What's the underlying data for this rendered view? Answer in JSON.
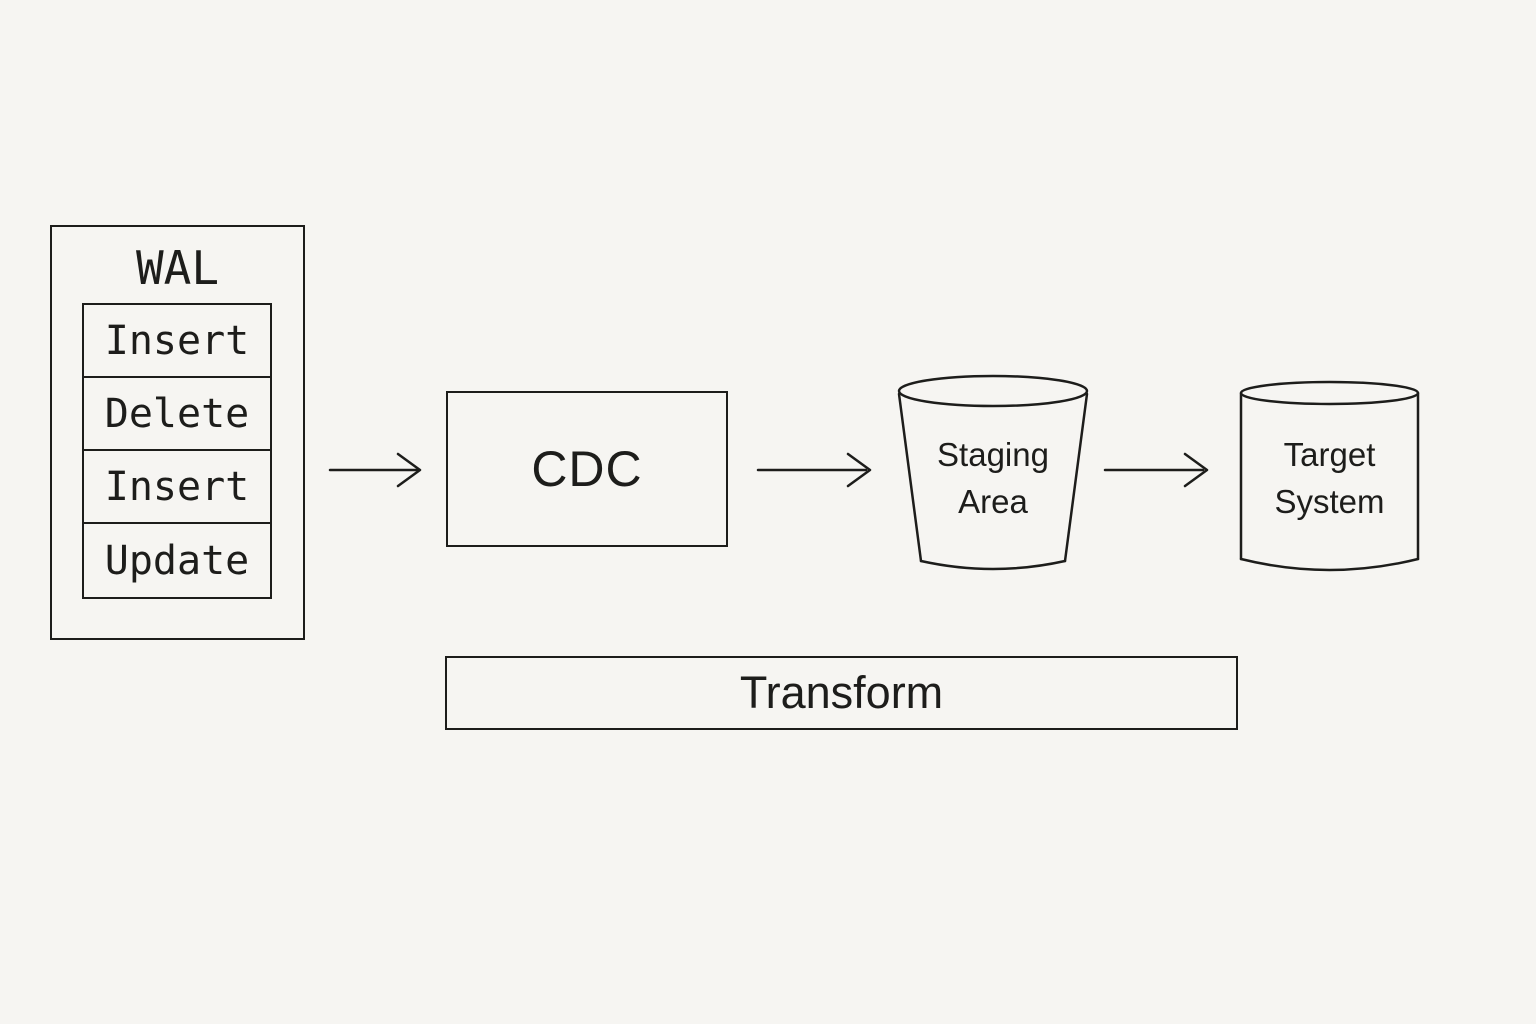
{
  "colors": {
    "ink": "#1d1d1b",
    "paper": "#f6f5f2"
  },
  "diagram": {
    "wal": {
      "title": "WAL",
      "entries": [
        "Insert",
        "Delete",
        "Insert",
        "Update"
      ]
    },
    "cdc": {
      "label": "CDC"
    },
    "staging": {
      "shape": "bucket",
      "line1": "Staging",
      "line2": "Area"
    },
    "target": {
      "shape": "cylinder",
      "line1": "Target",
      "line2": "System"
    },
    "transform": {
      "label": "Transform"
    },
    "arrows": [
      {
        "from": "wal",
        "to": "cdc"
      },
      {
        "from": "cdc",
        "to": "staging-area"
      },
      {
        "from": "staging-area",
        "to": "target-system"
      }
    ]
  }
}
